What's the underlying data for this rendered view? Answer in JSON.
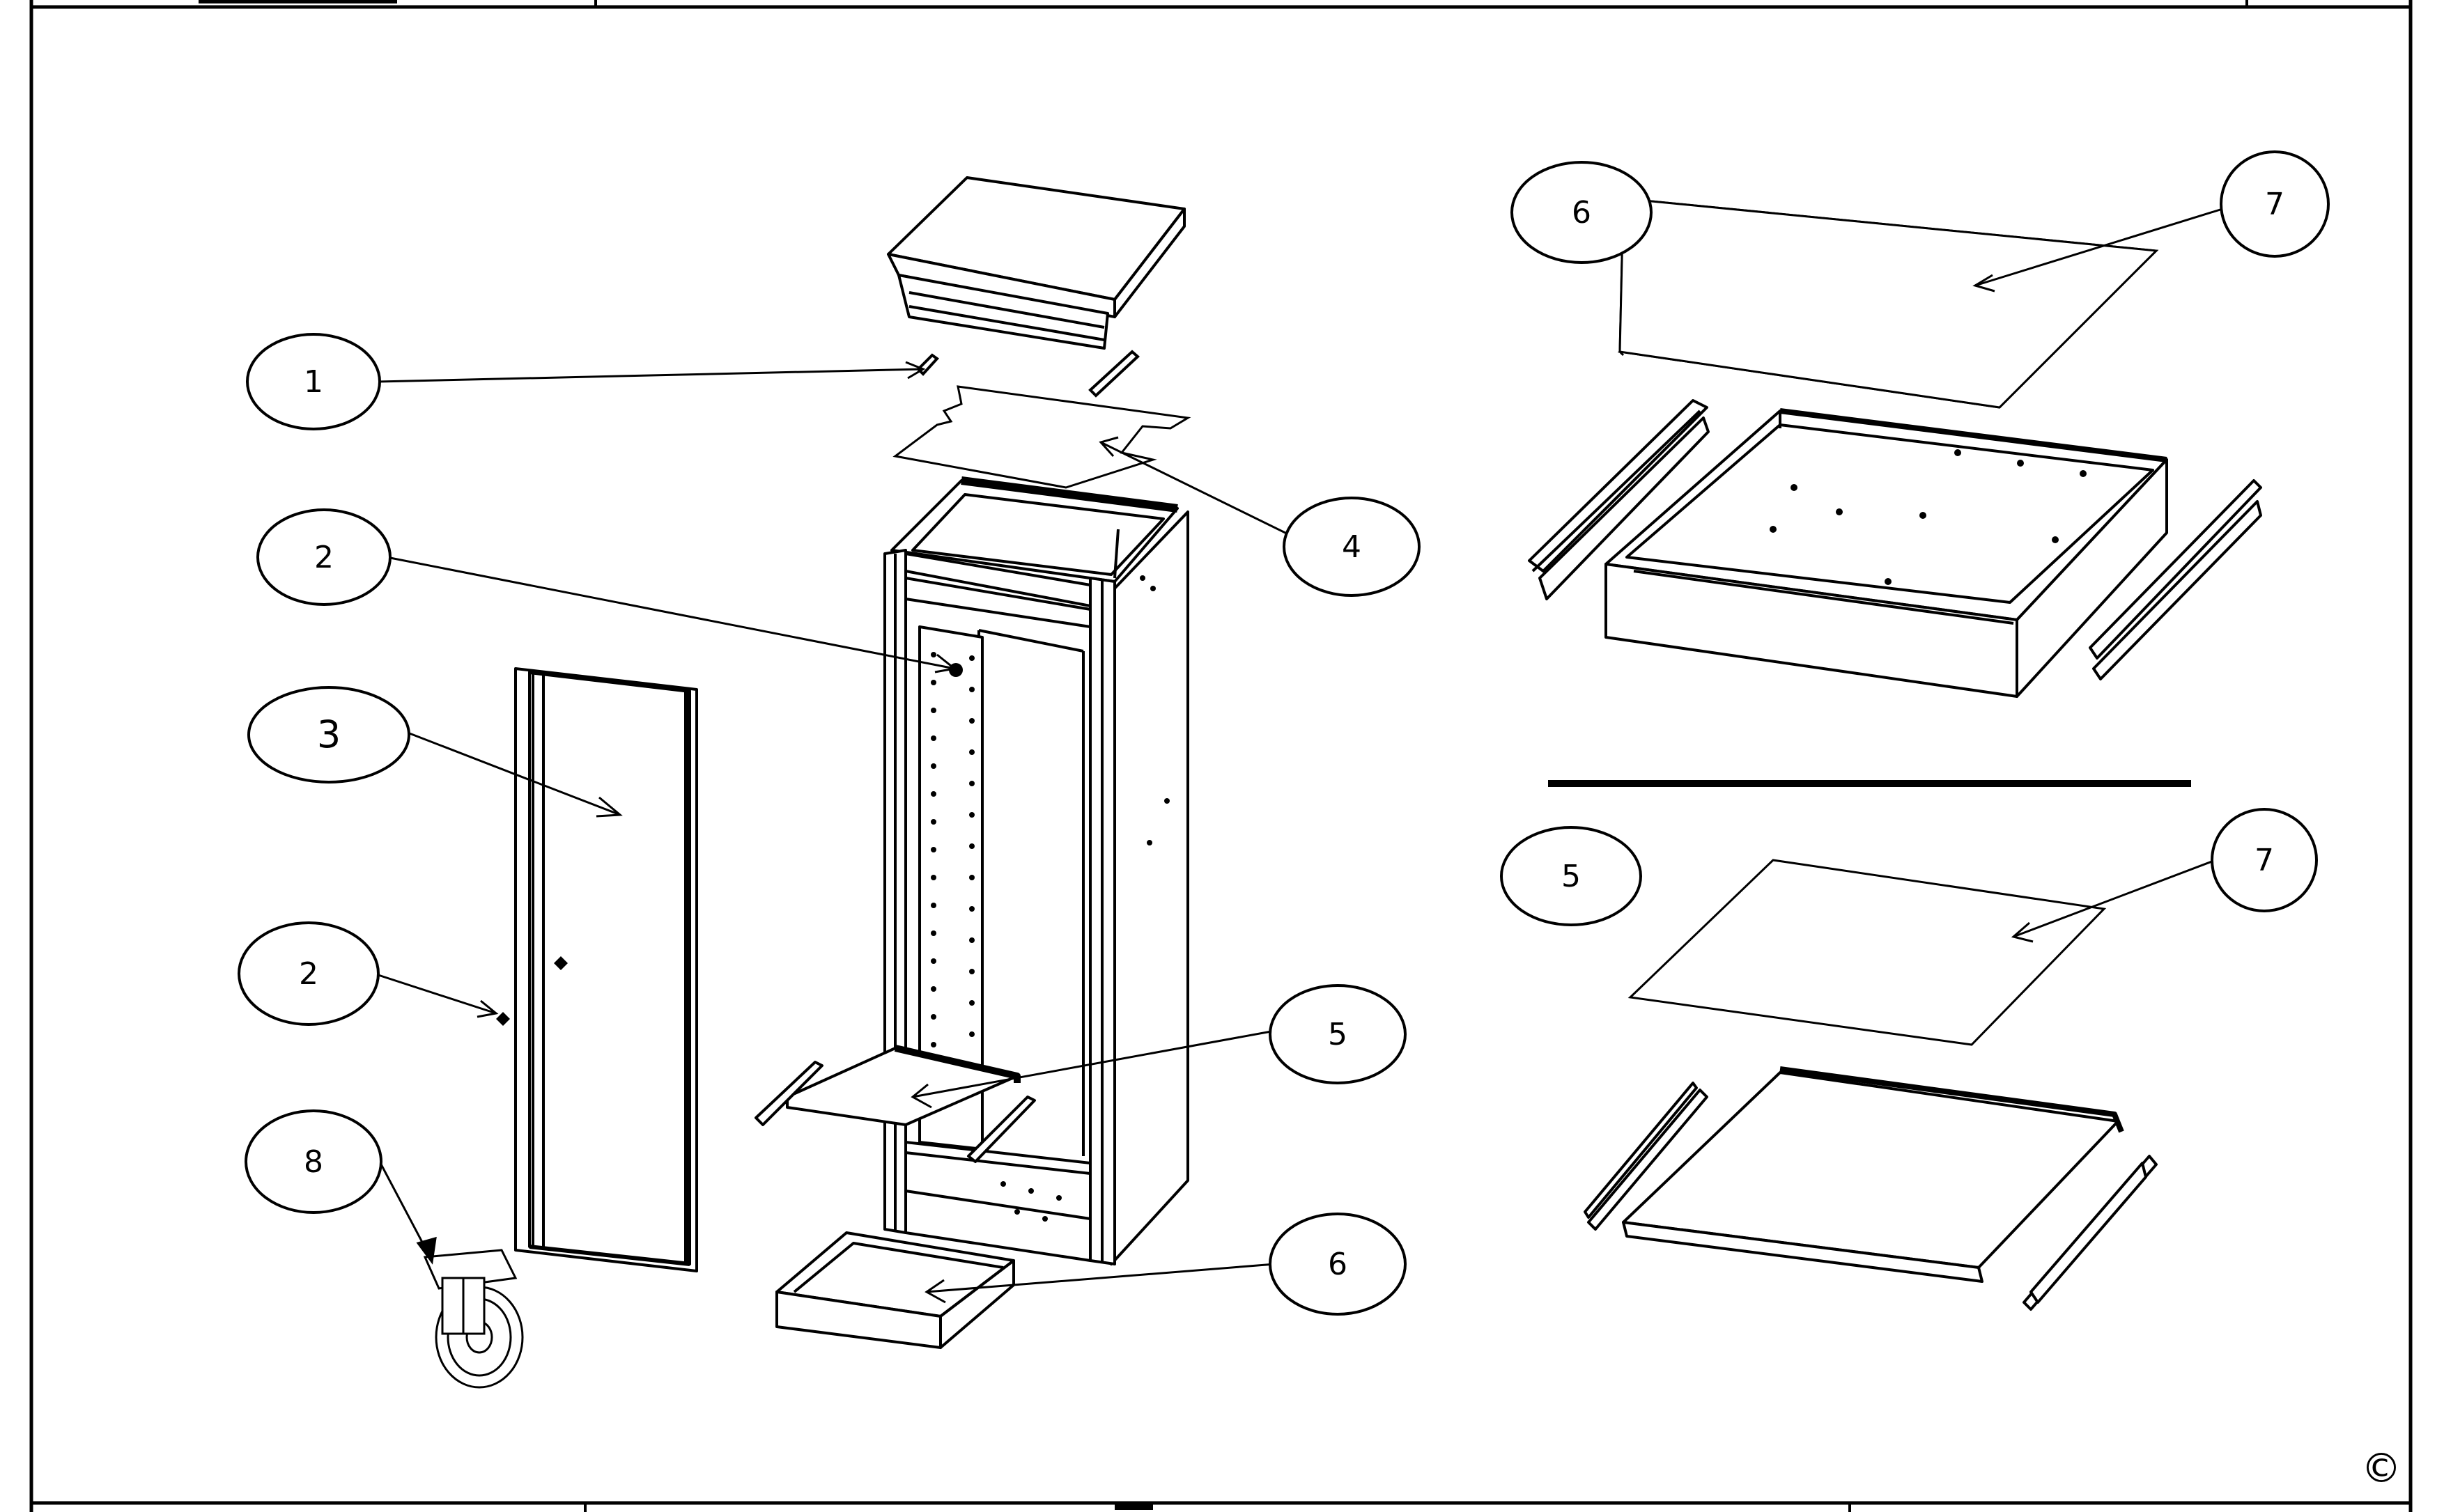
{
  "callouts": {
    "c1": "1",
    "c2a": "2",
    "c3": "3",
    "c2b": "2",
    "c8": "8",
    "c4": "4",
    "c5": "5",
    "c6": "6",
    "c6r": "6",
    "c7a": "7",
    "c5r": "5",
    "c7b": "7"
  },
  "copyright_symbol": "©",
  "colors": {
    "line": "#000000",
    "background": "#ffffff"
  }
}
